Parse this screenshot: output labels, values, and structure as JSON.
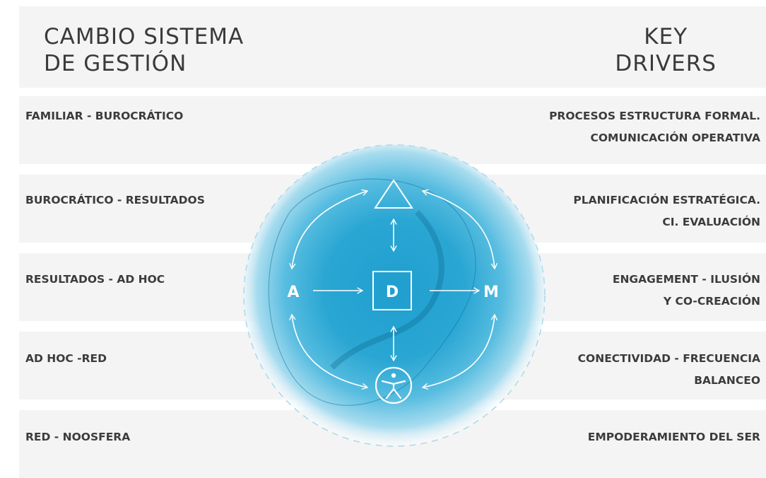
{
  "header": {
    "left_title": [
      "CAMBIO SISTEMA",
      "DE GESTIÓN"
    ],
    "right_title": [
      "KEY",
      "DRIVERS"
    ]
  },
  "rows": [
    {
      "left": "FAMILIAR - BUROCRÁTICO",
      "right": [
        "PROCESOS ESTRUCTURA FORMAL.",
        "COMUNICACIÓN OPERATIVA"
      ]
    },
    {
      "left": "BUROCRÁTICO - RESULTADOS",
      "right": [
        "PLANIFICACIÓN ESTRATÉGICA.",
        "CI. EVALUACIÓN"
      ]
    },
    {
      "left": "RESULTADOS - AD HOC",
      "right": [
        "ENGAGEMENT - ILUSIÓN",
        "Y CO-CREACIÓN"
      ]
    },
    {
      "left": "AD HOC -RED",
      "right": [
        "CONECTIVIDAD - FRECUENCIA",
        "BALANCEO"
      ]
    },
    {
      "left": "RED - NOOSFERA",
      "right": [
        "EMPODERAMIENTO DEL SER"
      ]
    }
  ],
  "diagram": {
    "node_left": "A",
    "node_center": "D",
    "node_right": "M",
    "node_top_icon": "triangle-icon",
    "node_bottom_icon": "person-circle-icon"
  },
  "colors": {
    "band": "#f4f4f4",
    "text": "#3c3c3c",
    "sphere_center": "#1a9ccc",
    "sphere_edge": "#ffffff"
  }
}
